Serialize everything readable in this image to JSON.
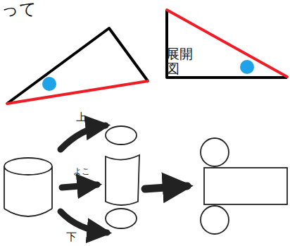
{
  "diagram": {
    "labels": [
      "って",
      "上",
      "よこ",
      "下",
      "展開図"
    ]
  }
}
